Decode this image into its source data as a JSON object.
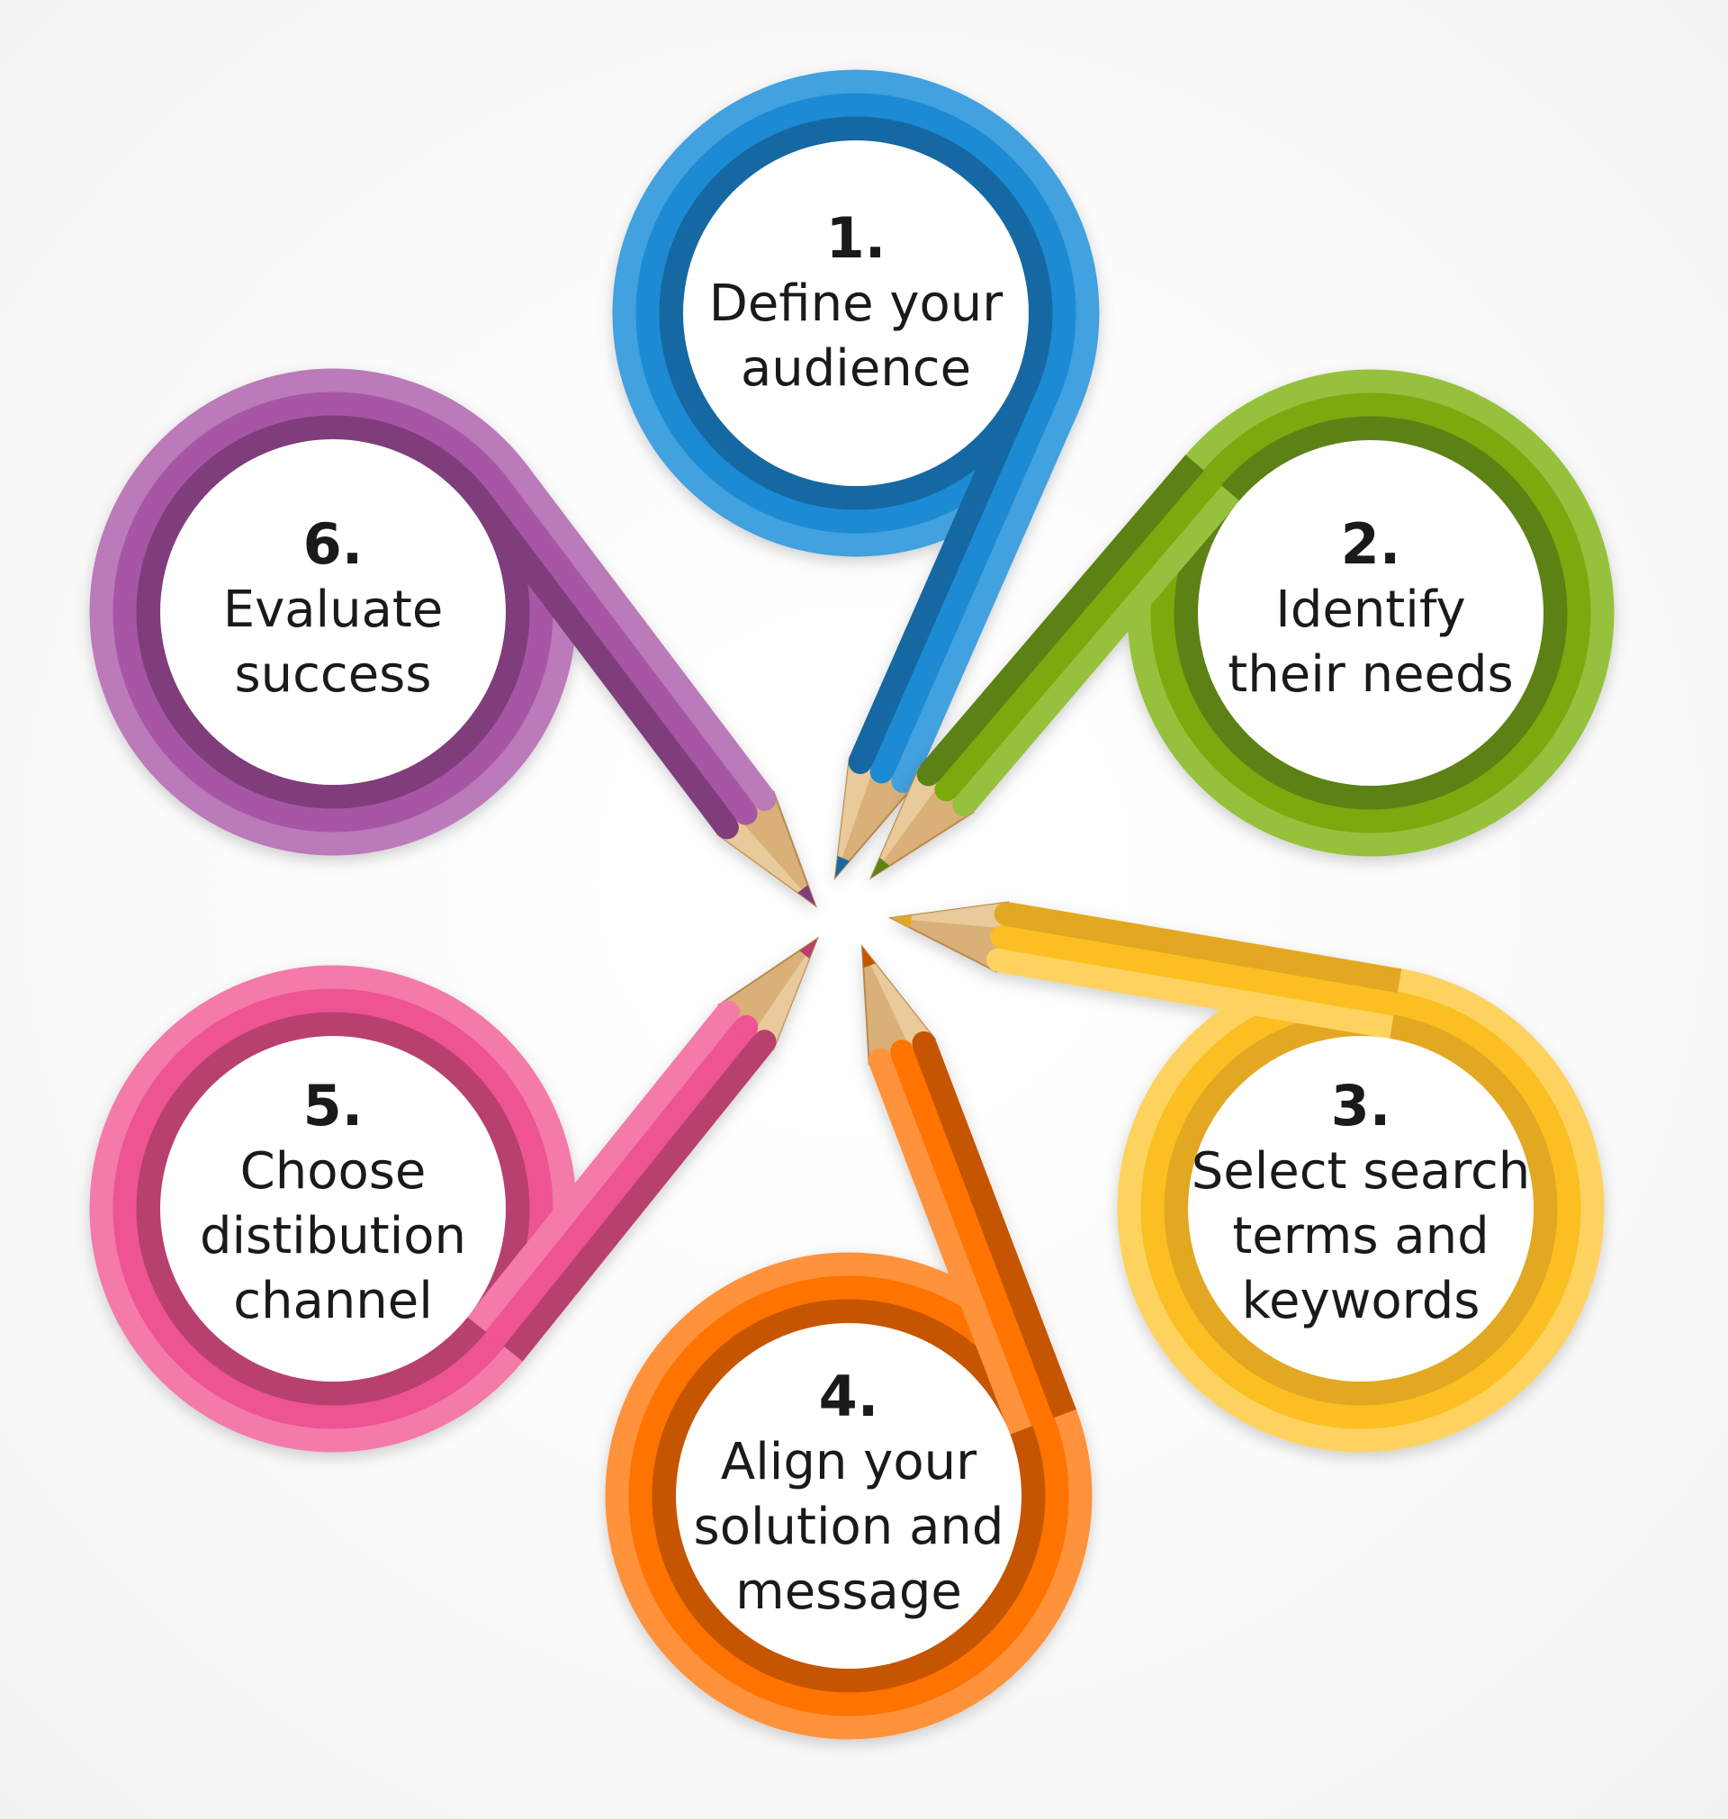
{
  "steps": [
    {
      "id": "step-1",
      "number": "1.",
      "lines": [
        "Define your",
        "audience"
      ],
      "colors": {
        "light": "#43a1df",
        "mid": "#1b8bd4",
        "dark": "#1467a3"
      }
    },
    {
      "id": "step-2",
      "number": "2.",
      "lines": [
        "Identify",
        "their needs"
      ],
      "colors": {
        "light": "#96c13d",
        "mid": "#7aaa0f",
        "dark": "#5b8213"
      }
    },
    {
      "id": "step-3",
      "number": "3.",
      "lines": [
        "Select search",
        "terms and",
        "keywords"
      ],
      "colors": {
        "light": "#fdd25f",
        "mid": "#fbbf22",
        "dark": "#e3a823"
      }
    },
    {
      "id": "step-4",
      "number": "4.",
      "lines": [
        "Align your",
        "solution and",
        "message"
      ],
      "colors": {
        "light": "#ff923b",
        "mid": "#ff7300",
        "dark": "#c55503"
      }
    },
    {
      "id": "step-5",
      "number": "5.",
      "lines": [
        "Choose",
        "distibution",
        "channel"
      ],
      "colors": {
        "light": "#f47aaa",
        "mid": "#ee5292",
        "dark": "#b8406e"
      }
    },
    {
      "id": "step-6",
      "number": "6.",
      "lines": [
        "Evaluate",
        "success"
      ],
      "colors": {
        "light": "#bb7aba",
        "mid": "#a756a6",
        "dark": "#7f3c7c"
      }
    }
  ],
  "pencil": {
    "wood": "#d9b078",
    "wood_light": "#f0d6a8",
    "wood_dark": "#b98a50"
  }
}
